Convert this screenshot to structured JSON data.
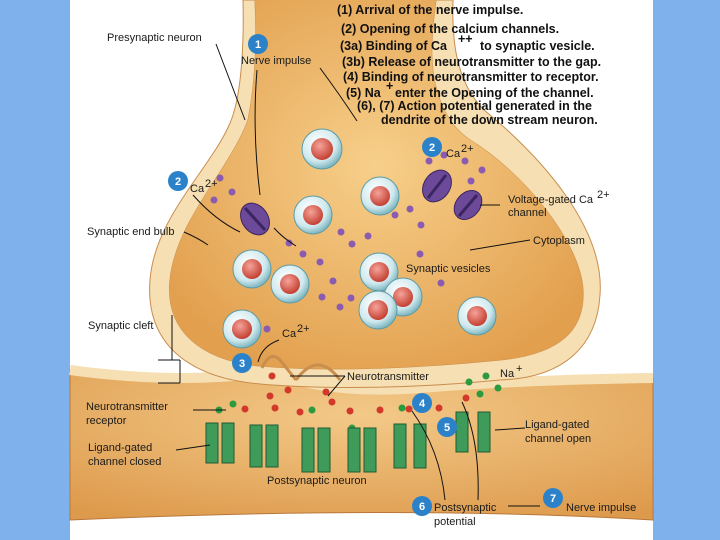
{
  "steps": [
    "(1) Arrival of the nerve impulse.",
    "(2) Opening of the calcium channels.",
    "(3a) Binding of Ca",
    "++",
    "to synaptic vesicle.",
    "(3b) Release of neurotransmitter to the gap.",
    "(4) Binding of neurotransmitter to receptor.",
    "(5) Na",
    "+",
    "enter the Opening of the channel.",
    "(6), (7) Action potential generated in the",
    "dendrite of the down stream neuron."
  ],
  "labels": {
    "presynaptic_neuron": "Presynaptic neuron",
    "nerve_impulse_top": "Nerve impulse",
    "ca": "Ca",
    "ca_sup": "2+",
    "vgc_line1": "Voltage-gated Ca",
    "vgc_line2": "channel",
    "synaptic_end_bulb": "Synaptic end bulb",
    "cytoplasm": "Cytoplasm",
    "synaptic_vesicles": "Synaptic vesicles",
    "synaptic_cleft": "Synaptic cleft",
    "neurotransmitter": "Neurotransmitter",
    "na": "Na",
    "na_sup": "+",
    "nt_receptor_1": "Neurotransmitter",
    "nt_receptor_2": "receptor",
    "lg_closed_1": "Ligand-gated",
    "lg_closed_2": "channel closed",
    "lg_open_1": "Ligand-gated",
    "lg_open_2": "channel open",
    "postsynaptic_neuron": "Postsynaptic neuron",
    "psp_1": "Postsynaptic",
    "psp_2": "potential",
    "nerve_impulse_bottom": "Nerve impulse"
  },
  "badges": [
    "1",
    "2",
    "2",
    "3",
    "4",
    "5",
    "6",
    "7"
  ],
  "colors": {
    "background": "#7fb2ec",
    "cytoplasm": "#f0b96a",
    "membrane": "#f6dfb2",
    "badge": "#2c82c9",
    "channel": "#6c4a99",
    "receptor": "#3e9b5a",
    "ca_ion": "#8a5bb0",
    "neurotransmitter": "#d2392b",
    "na_ion": "#2c9a3f"
  }
}
